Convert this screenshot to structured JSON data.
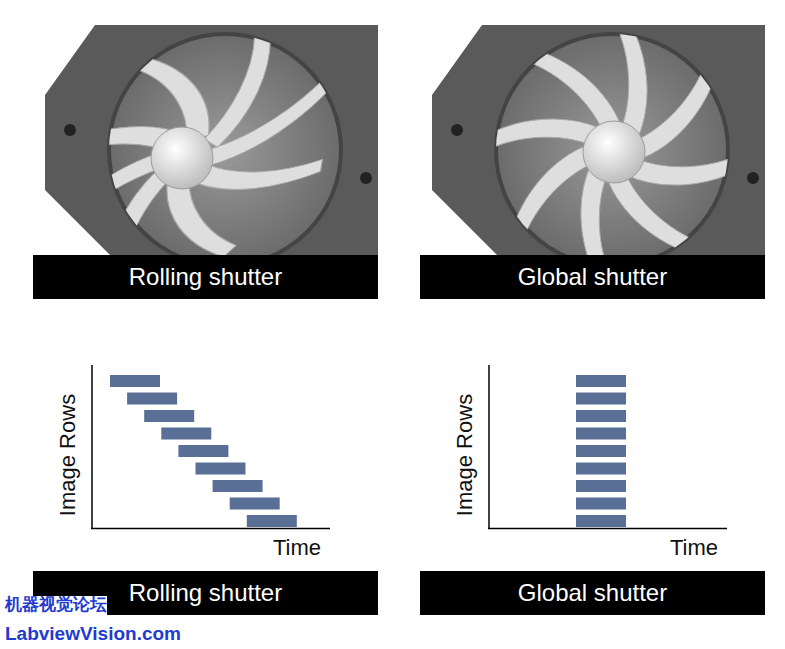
{
  "diagram": {
    "nodes": [
      {
        "text": [
          "Rolling shutter"
        ]
      },
      {
        "text": [
          "Global shutter"
        ]
      },
      {
        "text": [
          "Rolling shutter"
        ]
      },
      {
        "text": [
          "Global shutter"
        ]
      }
    ],
    "labels": [
      "Image Rows",
      "Time",
      "Image Rows",
      "Time",
      "机器视觉论坛",
      "LabviewVision.com"
    ]
  }
}
